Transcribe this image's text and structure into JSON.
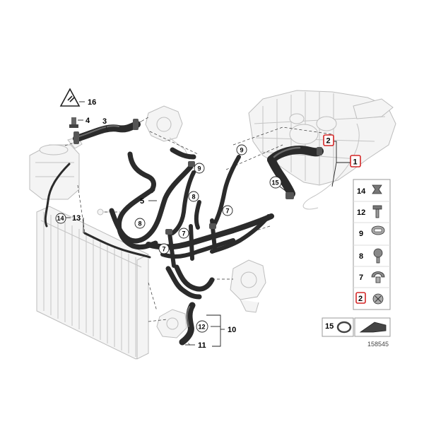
{
  "callouts": {
    "c1": "1",
    "c2_top": "2",
    "c2_panel": "2",
    "c3": "3",
    "c4": "4",
    "c5": "5",
    "c7a": "7",
    "c7b": "7",
    "c7c": "7",
    "c7_panel": "7",
    "c8a": "8",
    "c8b": "8",
    "c8_panel": "8",
    "c9a": "9",
    "c9b": "9",
    "c9_panel": "9",
    "c10": "10",
    "c11": "11",
    "c12": "12",
    "c12_panel": "12",
    "c13": "13",
    "c14": "14",
    "c14_panel": "14",
    "c15": "15",
    "c15_panel": "15",
    "c16": "16"
  },
  "diagram_id": "158545",
  "colors": {
    "highlight": "#d32626",
    "hose": "#2b2b2b",
    "ghost": "#bdbdbd"
  },
  "icons": {
    "warning": "warning-triangle-icon",
    "cutter": "cutter-icon"
  }
}
